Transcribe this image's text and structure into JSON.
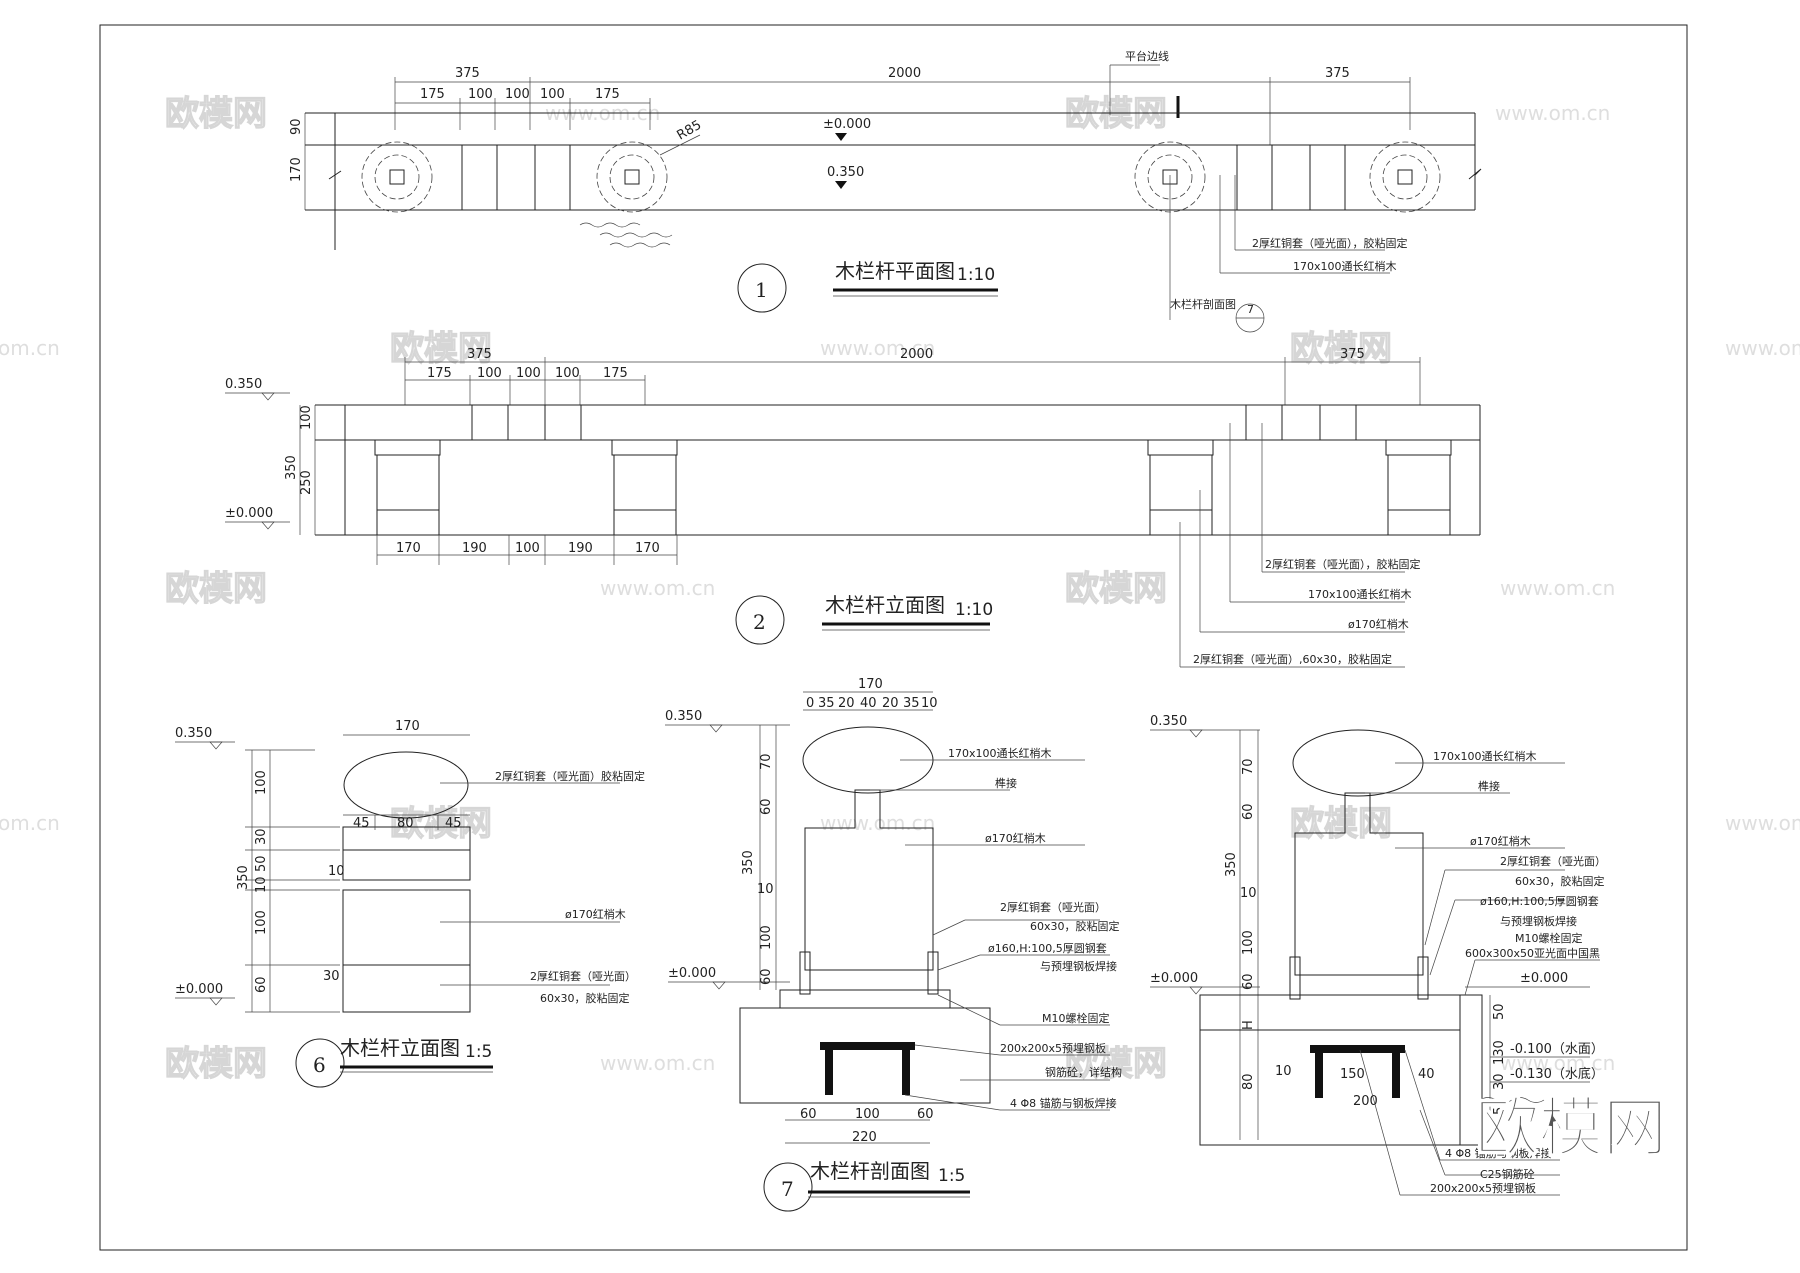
{
  "views": {
    "plan": {
      "number": "1",
      "title": "木栏杆平面图",
      "scale": "1:10",
      "dims_top": [
        "375",
        "2000",
        "375"
      ],
      "dims_sub": [
        "175",
        "100",
        "100",
        "100",
        "175"
      ],
      "dims_side": [
        "90",
        "170"
      ],
      "levels": [
        "±0.000",
        "0.350"
      ],
      "radius": "R85",
      "edge_label": "平台边线",
      "section_ref_label": "木栏杆剖面图",
      "section_ref_no": "7",
      "callouts": [
        "2厚红铜套（哑光面），胶粘固定",
        "170x100通长红梢木"
      ]
    },
    "elevation": {
      "number": "2",
      "title": "木栏杆立面图",
      "scale": "1:10",
      "dims_top": [
        "375",
        "2000",
        "375"
      ],
      "dims_sub": [
        "175",
        "100",
        "100",
        "100",
        "175"
      ],
      "dims_bottom": [
        "170",
        "190",
        "100",
        "190",
        "170"
      ],
      "dims_side": [
        "100",
        "350",
        "250"
      ],
      "levels": [
        "0.350",
        "±0.000"
      ],
      "callouts": [
        "2厚红铜套（哑光面），胶粘固定",
        "170x100通长红梢木",
        "ø170红梢木",
        "2厚红铜套（哑光面）,60x30，胶粘固定"
      ]
    },
    "post": {
      "number": "6",
      "title": "木栏杆立面图",
      "scale": "1:5",
      "dim_top": "170",
      "dims_mid": [
        "45",
        "80",
        "45"
      ],
      "dims_side": [
        "100",
        "30",
        "50",
        "10",
        "100",
        "60"
      ],
      "dim_total": "350",
      "dims_small": [
        "10",
        "30"
      ],
      "levels": [
        "0.350",
        "±0.000"
      ],
      "callouts": [
        "2厚红铜套（哑光面）胶粘固定",
        "ø170红梢木",
        "2厚红铜套（哑光面）",
        "60x30，胶粘固定"
      ]
    },
    "section": {
      "number": "7",
      "title": "木栏杆剖面图",
      "scale": "1:5",
      "dim_top": "170",
      "dims_top_sub": [
        "0",
        "35",
        "20",
        "40",
        "20",
        "35",
        "10"
      ],
      "dims_side": [
        "70",
        "60",
        "350",
        "10",
        "100",
        "60"
      ],
      "dims_bottom": [
        "60",
        "100",
        "60"
      ],
      "dim_bottom_total": "220",
      "levels": [
        "0.350",
        "±0.000"
      ],
      "callouts": [
        "170x100通长红梢木",
        "榫接",
        "ø170红梢木",
        "2厚红铜套（哑光面）",
        "60x30，胶粘固定",
        "ø160,H:100,5厚圆钢套",
        "与预埋钢板焊接",
        "M10螺栓固定",
        "200x200x5预埋钢板",
        "钢筋砼，详结构",
        "4 Φ8 锚筋与钢板焊接"
      ]
    },
    "section_b": {
      "dims_side": [
        "70",
        "60",
        "350",
        "10",
        "100",
        "60",
        "H",
        "80"
      ],
      "dims_right": [
        "50",
        "130",
        "30",
        "50"
      ],
      "dims_bottom": [
        "10",
        "150",
        "40",
        "200"
      ],
      "levels": [
        "0.350",
        "±0.000",
        "±0.000",
        "-0.100（水面）",
        "-0.130（水底）"
      ],
      "callouts": [
        "170x100通长红梢木",
        "榫接",
        "ø170红梢木",
        "2厚红铜套（哑光面）",
        "60x30，胶粘固定",
        "ø160,H:100,5厚圆钢套",
        "与预埋钢板焊接",
        "M10螺栓固定",
        "600x300x50亚光面中国黑",
        "4 Φ8 锚筋与钢板焊接",
        "C25钢筋砼",
        "200x200x5预埋钢板"
      ]
    }
  },
  "watermark": {
    "text": "欧模网",
    "url": "www.om.cn",
    "url_alt": "om.cn",
    "logo": "欧模网"
  }
}
